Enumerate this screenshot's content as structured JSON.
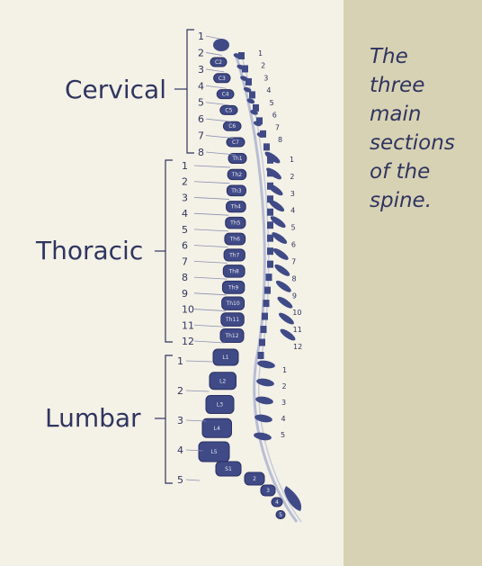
{
  "colors": {
    "ink": "#2f3560",
    "bone": "#3f4a86",
    "left_bg": "#f4f1e6",
    "right_bg": "#d8d2b4"
  },
  "sections": [
    {
      "name": "Cervical",
      "numbers": [
        "1",
        "2",
        "3",
        "4",
        "5",
        "6",
        "7",
        "8"
      ]
    },
    {
      "name": "Thoracic",
      "numbers": [
        "1",
        "2",
        "3",
        "4",
        "5",
        "6",
        "7",
        "8",
        "9",
        "10",
        "11",
        "12"
      ]
    },
    {
      "name": "Lumbar",
      "numbers": [
        "1",
        "2",
        "3",
        "4",
        "5"
      ]
    }
  ],
  "vertebra_labels": [
    "C2",
    "C3",
    "C4",
    "C5",
    "C6",
    "C7",
    "Th1",
    "Th2",
    "Th3",
    "Th4",
    "Th5",
    "Th6",
    "Th7",
    "Th8",
    "Th9",
    "Th10",
    "Th11",
    "Th12",
    "L1",
    "L2",
    "L3",
    "L4",
    "L5",
    "S1",
    "2",
    "3",
    "4",
    "5"
  ],
  "right_numbers": [
    "1",
    "2",
    "3",
    "4",
    "5",
    "6",
    "7",
    "8",
    "1",
    "2",
    "3",
    "4",
    "5",
    "6",
    "7",
    "8",
    "9",
    "10",
    "11",
    "12",
    "1",
    "2",
    "3",
    "4",
    "5"
  ],
  "caption": [
    "The",
    "three",
    "main",
    "sections",
    "of the",
    "spine."
  ]
}
